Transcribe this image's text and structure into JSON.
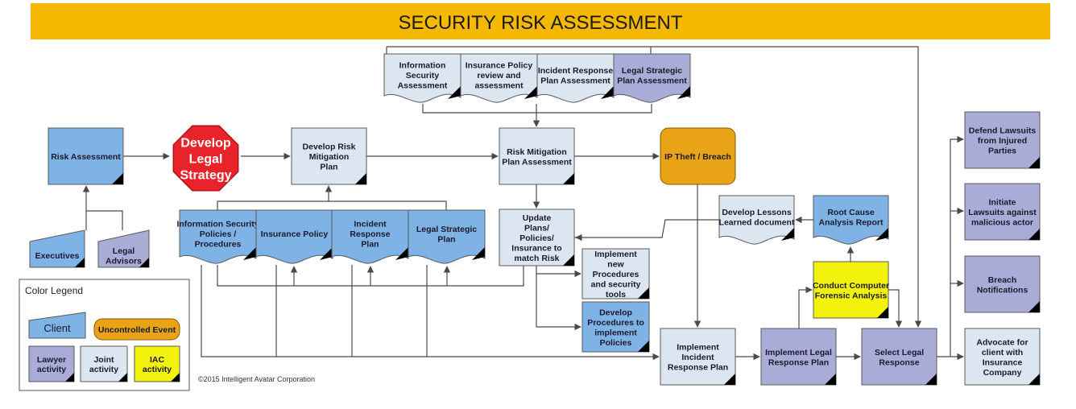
{
  "title": "SECURITY RISK ASSESSMENT",
  "colors": {
    "banner": "#f5b800",
    "client": "#7fb2e5",
    "lawyer": "#a9acd6",
    "joint": "#dce6f0",
    "iac": "#f2f20c",
    "uncontrolled": "#e8a317",
    "stop": "#e8232a"
  },
  "nodes": {
    "risk_assessment": "Risk Assessment",
    "develop_legal_strategy": "Develop Legal Strategy",
    "develop_risk_mitigation_plan": "Develop Risk Mitigation Plan",
    "risk_mitigation_plan_assessment": "Risk Mitigation Plan Assessment",
    "ip_theft_breach": "IP Theft / Breach",
    "info_security_assessment": "Information Security Assessment",
    "insurance_policy_review": "Insurance Policy review and assessment",
    "incident_response_plan_assessment": "Incident Response Plan Assessment",
    "legal_strategic_plan_assessment": "Legal Strategic Plan Assessment",
    "executives": "Executives",
    "legal_advisors": "Legal Advisors",
    "info_security_policies": "Information Security Policies / Procedures",
    "insurance_policy": "Insurance Policy",
    "incident_response_plan": "Incident Response Plan",
    "legal_strategic_plan": "Legal Strategic Plan",
    "update_plans": "Update Plans/ Policies/ Insurance to match Risk",
    "implement_new_procedures": "Implement new Procedures and security tools",
    "develop_procedures": "Develop Procedures to implement Policies",
    "implement_incident_response_plan": "Implement Incident Response Plan",
    "implement_legal_response_plan": "Implement Legal Response Plan",
    "select_legal_response": "Select Legal Response",
    "develop_lessons_learned": "Develop Lessons Learned document",
    "root_cause_analysis": "Root Cause Analysis Report",
    "conduct_forensic_analysis": "Conduct Computer Forensic Analysis",
    "defend_lawsuits": "Defend Lawsuits from Injured Parties",
    "initiate_lawsuits": "Initiate Lawsuits against malicious actor",
    "breach_notifications": "Breach Notifications",
    "advocate_client": "Advocate for client with Insurance Company"
  },
  "legend": {
    "title": "Color Legend",
    "client": "Client",
    "uncontrolled": "Uncontrolled Event",
    "lawyer": "Lawyer activity",
    "joint": "Joint activity",
    "iac": "IAC activity"
  },
  "copyright": "©2015 Intelligent Avatar Corporation"
}
